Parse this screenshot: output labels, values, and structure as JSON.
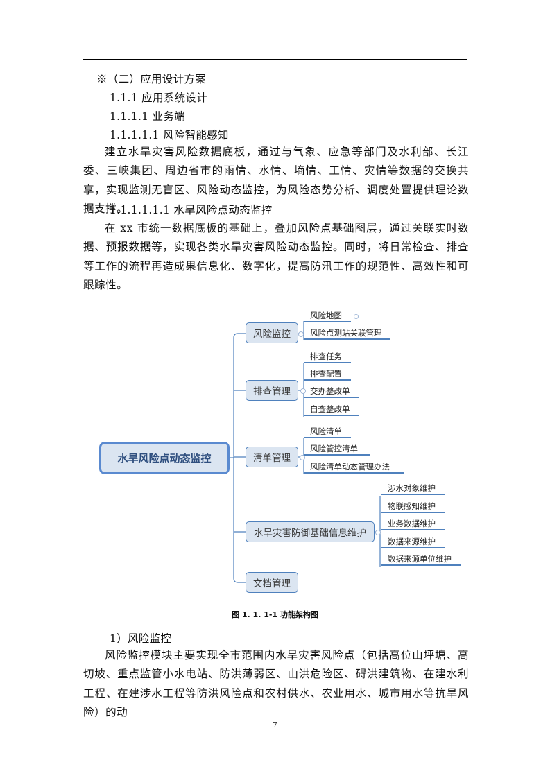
{
  "document": {
    "headings": {
      "section": "※（二）应用设计方案",
      "h3": "1.1.1 应用系统设计",
      "h4": "1.1.1.1  业务端",
      "h5": "1.1.1.1.1    风险智能感知",
      "h6": "1.1.1.1.1.1 水旱风险点动态监控"
    },
    "paragraphs": {
      "p1": "建立水旱灾害风险数据底板，通过与气象、应急等部门及水利部、长江委、三峡集团、周边省市的雨情、水情、墒情、工情、灾情等数据的交换共享，实现监测无盲区、风险动态监控，为风险态势分析、调度处置提供理论数据支撑。",
      "p2": "在 xx 市统一数据底板的基础上，叠加风险点基础图层，通过关联实时数据、预报数据等，实现各类水旱灾害风险动态监控。同时，将日常检查、排查等工作的流程再造成果信息化、数字化，提高防汛工作的规范性、高效性和可跟踪性。",
      "item1_title": "1）风险监控",
      "p3": "风险监控模块主要实现全市范围内水旱灾害风险点（包括高位山坪塘、高切坡、重点监管小水电站、防洪薄弱区、山洪危险区、碍洪建筑物、在建水利工程、在建涉水工程等防洪风险点和农村供水、农业用水、城市用水等抗旱风险）的动"
    },
    "figure": {
      "caption": "图 1. 1. 1-1  功能架构图"
    },
    "page_number": "7"
  },
  "mindmap": {
    "root": "水旱风险点动态监控",
    "colors": {
      "line": "#4f81bd",
      "node_fill": "#dbe5f1",
      "root_border": "#5a8ad0"
    },
    "branches": [
      {
        "label": "风险监控",
        "children": [
          "风险地图",
          "风险点测站关联管理"
        ]
      },
      {
        "label": "排查管理",
        "children": [
          "排查任务",
          "排查配置",
          "交办整改单",
          "自查整改单"
        ]
      },
      {
        "label": "清单管理",
        "children": [
          "风险清单",
          "风险管控清单",
          "风险清单动态管理办法"
        ]
      },
      {
        "label": "水旱灾害防御基础信息维护",
        "children": [
          "涉水对象维护",
          "物联感知维护",
          "业务数据维护",
          "数据来源维护",
          "数据来源单位维护"
        ]
      },
      {
        "label": "文档管理",
        "children": []
      }
    ]
  }
}
